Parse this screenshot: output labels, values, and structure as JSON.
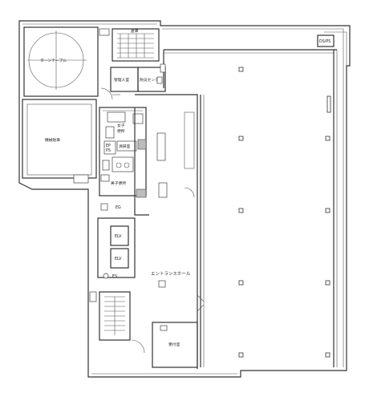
{
  "labels": {
    "turntable": "ターンテーブル",
    "parking": "機械駐車",
    "warehouse": "倉庫",
    "office_mgr": "管理人室",
    "disaster_center": "防災センター",
    "womens_wc": "女子\n便所",
    "ps": "EP\nPS",
    "cleaning": "清掃室",
    "mens_wc": "男子便所",
    "eg": "EG",
    "elv1": "ELV",
    "elv2": "ELV",
    "es": "ES",
    "entrance_hall": "エントランスホール",
    "reception": "受付室",
    "dsp": "DS/PS"
  },
  "icons": {
    "column": "column-square",
    "door": "door-swing-arc",
    "stair": "stair-treads"
  }
}
